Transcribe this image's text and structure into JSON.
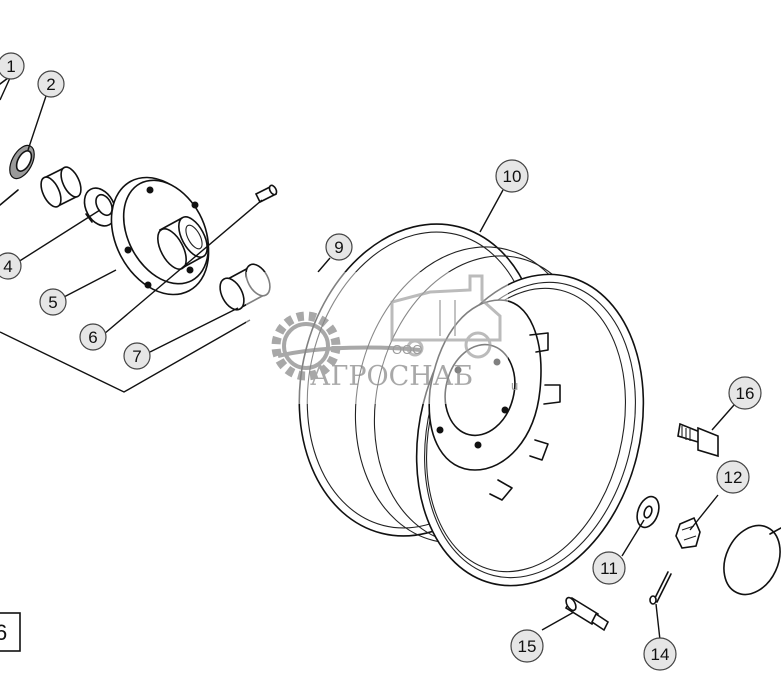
{
  "callouts": [
    {
      "id": "1",
      "label": "1"
    },
    {
      "id": "2",
      "label": "2"
    },
    {
      "id": "4",
      "label": "4"
    },
    {
      "id": "5",
      "label": "5"
    },
    {
      "id": "6",
      "label": "6"
    },
    {
      "id": "7",
      "label": "7"
    },
    {
      "id": "9",
      "label": "9"
    },
    {
      "id": "10",
      "label": "10"
    },
    {
      "id": "11",
      "label": "11"
    },
    {
      "id": "12",
      "label": "12"
    },
    {
      "id": "14",
      "label": "14"
    },
    {
      "id": "15",
      "label": "15"
    },
    {
      "id": "16",
      "label": "16"
    }
  ],
  "watermark": {
    "prefix": "ООО",
    "brand": "АГРОСНАБ",
    "suffix": "u"
  },
  "corner_label": "6",
  "colors": {
    "line": "#111111",
    "callout_fill": "#e6e6e6",
    "watermark": "#9a9a9a"
  }
}
